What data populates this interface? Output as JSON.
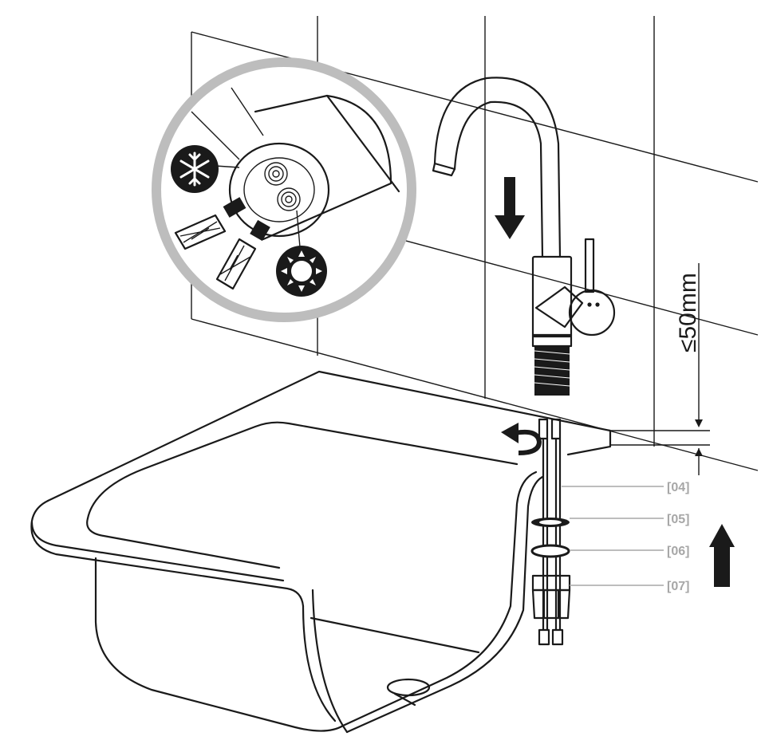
{
  "diagram": {
    "dimension_label": "≤50mm",
    "part_labels": [
      {
        "id": "04",
        "text": "[04]"
      },
      {
        "id": "05",
        "text": "[05]"
      },
      {
        "id": "06",
        "text": "[06]"
      },
      {
        "id": "07",
        "text": "[07]"
      }
    ],
    "icons": {
      "cold": "snowflake-icon",
      "hot": "sun-icon",
      "down": "arrow-down-icon",
      "up": "arrow-up-icon",
      "rotate": "rotate-arrow-icon"
    },
    "colors": {
      "line": "#1a1a1a",
      "label": "#a7a7a7",
      "magnifier_ring": "#bdbdbd"
    }
  }
}
